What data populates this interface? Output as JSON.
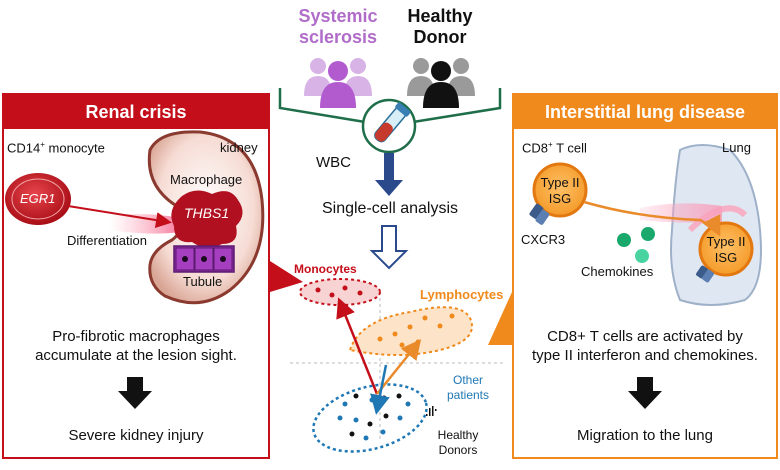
{
  "top": {
    "ssc_label_line1": "Systemic",
    "ssc_label_line2": "sclerosis",
    "hd_label_line1": "Healthy",
    "hd_label_line2": "Donor",
    "wbc": "WBC",
    "single_cell": "Single-cell analysis"
  },
  "cluster": {
    "monocytes": "Monocytes",
    "lymphocytes": "Lymphocytes",
    "other_line1": "Other",
    "other_line2": "patients",
    "healthy_line1": "Healthy",
    "healthy_line2": "Donors"
  },
  "left": {
    "header": "Renal crisis",
    "cd14": "CD14",
    "cd14_sup": "+",
    "cd14_rest": " monocyte",
    "kidney": "kidney",
    "egr1": "EGR1",
    "macrophage": "Macrophage",
    "thbs1": "THBS1",
    "differentiation": "Differentiation",
    "tubule": "Tubule",
    "desc_line1": "Pro-fibrotic macrophages",
    "desc_line2": "accumulate at the lesion sight.",
    "outcome": "Severe kidney injury"
  },
  "right": {
    "header": "Interstitial lung disease",
    "cd8": "CD8",
    "cd8_sup": "+",
    "cd8_rest": " T cell",
    "lung": "Lung",
    "type2_line1": "Type II",
    "type2_line2": "ISG",
    "cxcr3": "CXCR3",
    "chemokines": "Chemokines",
    "desc_line1": "CD8+ T cells are activated by",
    "desc_line2": "type II interferon and chemokines.",
    "outcome": "Migration to the lung"
  },
  "colors": {
    "red": "#c40f1a",
    "orange": "#f08a1c",
    "purple": "#b06cc8",
    "blue": "#1f78b4",
    "navy": "#2a4a8c"
  }
}
